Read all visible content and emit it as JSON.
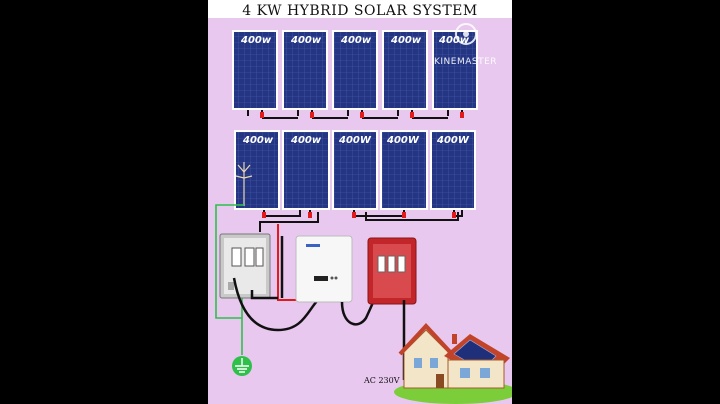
{
  "title": "4 KW HYBRID SOLAR SYSTEM",
  "watermark": "KINEMASTER",
  "panel_label": "400W",
  "top_row_labels": [
    "400w",
    "400w",
    "400w",
    "400w",
    "400w"
  ],
  "bottom_row_labels": [
    "400w",
    "400w",
    "400W",
    "400W",
    "400W"
  ],
  "ac_label": "AC 230V",
  "colors": {
    "background": "#e8c8ef",
    "panel": "#1f2f7a",
    "dc_positive": "#e01b1b",
    "cable": "#111111",
    "earth": "#2ec04a"
  },
  "icons": [
    "solar-panel-icon",
    "inverter-icon",
    "dc-breaker-box-icon",
    "ac-breaker-box-icon",
    "earth-ground-icon",
    "house-icon",
    "lightning-arrestor-icon"
  ]
}
